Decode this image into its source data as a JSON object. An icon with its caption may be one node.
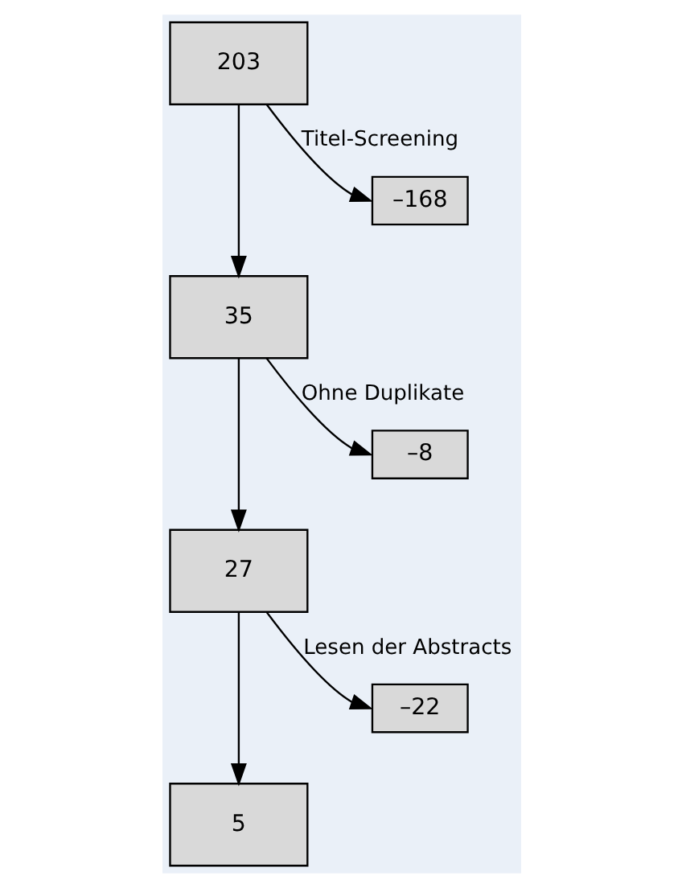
{
  "diagram": {
    "nodes": [
      {
        "text": [
          "203"
        ]
      },
      {
        "text": [
          "35"
        ]
      },
      {
        "text": [
          "27"
        ]
      },
      {
        "text": [
          "5"
        ]
      },
      {
        "text": [
          "–168"
        ]
      },
      {
        "text": [
          "–8"
        ]
      },
      {
        "text": [
          "–22"
        ]
      }
    ],
    "edges": [
      {
        "from": 0,
        "to": 1,
        "arrow": "to"
      },
      {
        "from": 0,
        "to": 4,
        "arrow": "to",
        "label": "Titel-Screening"
      },
      {
        "from": 1,
        "to": 2,
        "arrow": "to"
      },
      {
        "from": 1,
        "to": 5,
        "arrow": "to",
        "label": "Ohne Duplikate"
      },
      {
        "from": 2,
        "to": 3,
        "arrow": "to"
      },
      {
        "from": 2,
        "to": 6,
        "arrow": "to",
        "label": "Lesen der Abstracts"
      }
    ]
  }
}
